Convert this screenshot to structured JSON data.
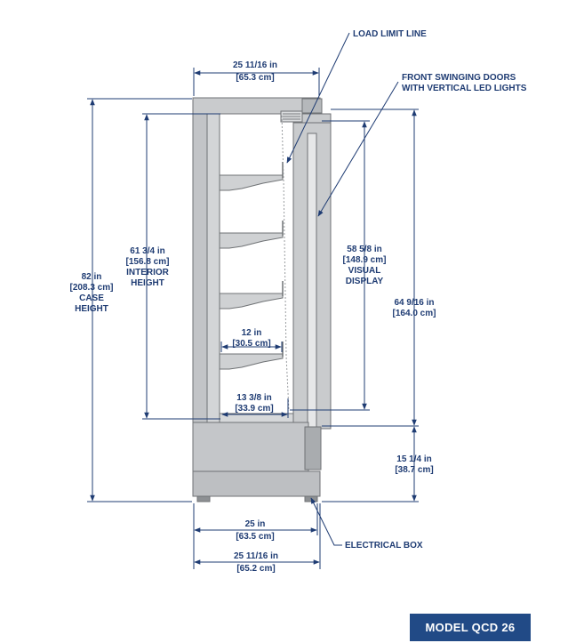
{
  "callouts": {
    "load_limit_line": "LOAD LIMIT LINE",
    "front_doors_1": "FRONT SWINGING DOORS",
    "front_doors_2": "WITH VERTICAL LED LIGHTS",
    "electrical_box": "ELECTRICAL BOX"
  },
  "dimensions": {
    "top_width": {
      "imperial": "25 11/16 in",
      "metric": "[65.3 cm]"
    },
    "case_height": {
      "imperial": "82 in",
      "metric": "[208.3 cm]",
      "label1": "CASE",
      "label2": "HEIGHT"
    },
    "interior_height": {
      "imperial": "61 3/4 in",
      "metric": "[156.8 cm]",
      "label1": "INTERIOR",
      "label2": "HEIGHT"
    },
    "visual_display": {
      "imperial": "58 5/8 in",
      "metric": "[148.9 cm]",
      "label1": "VISUAL",
      "label2": "DISPLAY"
    },
    "total_right": {
      "imperial": "64 9/16 in",
      "metric": "[164.0 cm]"
    },
    "shelf_depth": {
      "imperial": "12 in",
      "metric": "[30.5 cm]"
    },
    "bottom_depth": {
      "imperial": "13 3/8 in",
      "metric": "[33.9 cm]"
    },
    "base_height": {
      "imperial": "15 1/4 in",
      "metric": "[38.7 cm]"
    },
    "base_width": {
      "imperial": "25 in",
      "metric": "[63.5 cm]"
    },
    "overall_width": {
      "imperial": "25 11/16 in",
      "metric": "[65.2 cm]"
    }
  },
  "colors": {
    "annotation": "#1f3c73",
    "case_fill": "#c9cbcd",
    "case_dark": "#9a9da0",
    "badge": "#214a86"
  },
  "model_label": "MODEL QCD 26"
}
